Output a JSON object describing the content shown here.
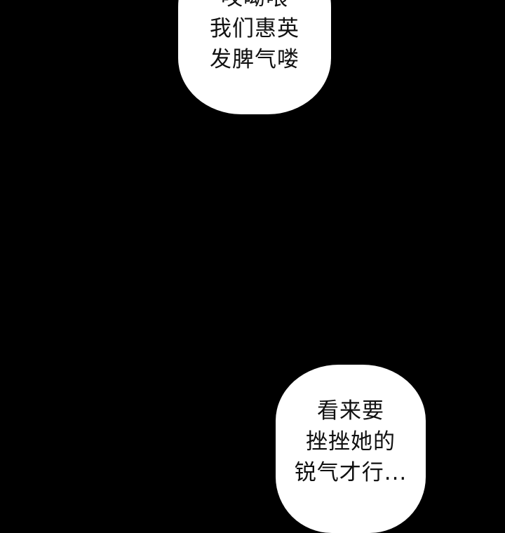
{
  "bubbles": [
    {
      "lines": [
        "哎呦喂",
        "我们惠英",
        "发脾气喽"
      ]
    },
    {
      "lines": [
        "看来要",
        "挫挫她的",
        "锐气才行..."
      ]
    }
  ],
  "colors": {
    "background": "#000000",
    "bubble": "#ffffff",
    "text": "#111111"
  }
}
